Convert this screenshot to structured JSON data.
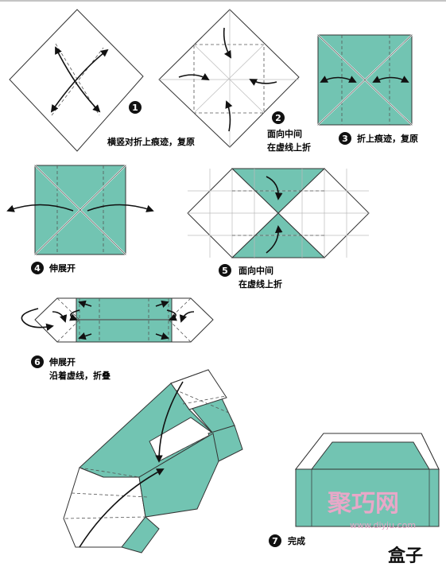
{
  "steps": [
    {
      "num": "1",
      "lines": [
        "横竖对折上痕迹，复原"
      ]
    },
    {
      "num": "2",
      "lines": [
        "面向中间",
        "在虚线上折"
      ]
    },
    {
      "num": "3",
      "lines": [
        "折上痕迹，复原"
      ]
    },
    {
      "num": "4",
      "lines": [
        "伸展开"
      ]
    },
    {
      "num": "5",
      "lines": [
        "面向中间",
        "在虚线上折"
      ]
    },
    {
      "num": "6",
      "lines": [
        "伸展开",
        "沿着虚线，折叠"
      ]
    },
    {
      "num": "7",
      "lines": [
        "完成"
      ]
    }
  ],
  "title": "盒子",
  "watermark": {
    "text": "聚巧网",
    "url": "www.diyju.com"
  },
  "colors": {
    "paper_teal": "#72c4b2",
    "outline": "#333333",
    "watermark": "#e8a8c8"
  }
}
